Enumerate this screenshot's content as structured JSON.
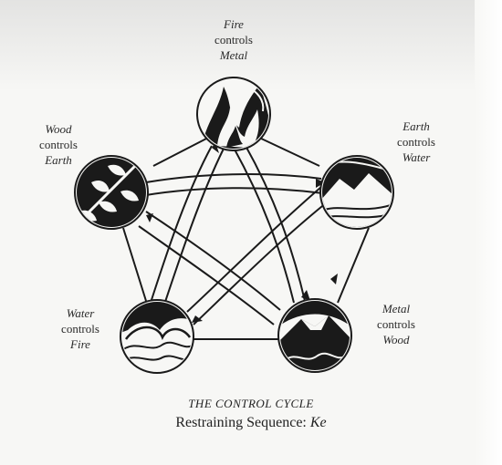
{
  "elements": [
    {
      "id": "fire",
      "name": "Fire",
      "icon": "flames-icon"
    },
    {
      "id": "earth",
      "name": "Earth",
      "icon": "mountain-landscape-icon"
    },
    {
      "id": "metal",
      "name": "Metal",
      "icon": "volcano-mountain-icon"
    },
    {
      "id": "water",
      "name": "Water",
      "icon": "wave-icon"
    },
    {
      "id": "wood",
      "name": "Wood",
      "icon": "bamboo-leaves-icon"
    }
  ],
  "labels": {
    "fire": {
      "subject": "Fire",
      "verb": "controls",
      "object": "Metal"
    },
    "earth": {
      "subject": "Earth",
      "verb": "controls",
      "object": "Water"
    },
    "metal": {
      "subject": "Metal",
      "verb": "controls",
      "object": "Wood"
    },
    "water": {
      "subject": "Water",
      "verb": "controls",
      "object": "Fire"
    },
    "wood": {
      "subject": "Wood",
      "verb": "controls",
      "object": "Earth"
    }
  },
  "caption": {
    "title": "THE CONTROL CYCLE",
    "subtitle_prefix": "Restraining Sequence: ",
    "subtitle_term": "Ke"
  },
  "colors": {
    "ink": "#1a1a1a",
    "paper": "#f7f7f5"
  }
}
